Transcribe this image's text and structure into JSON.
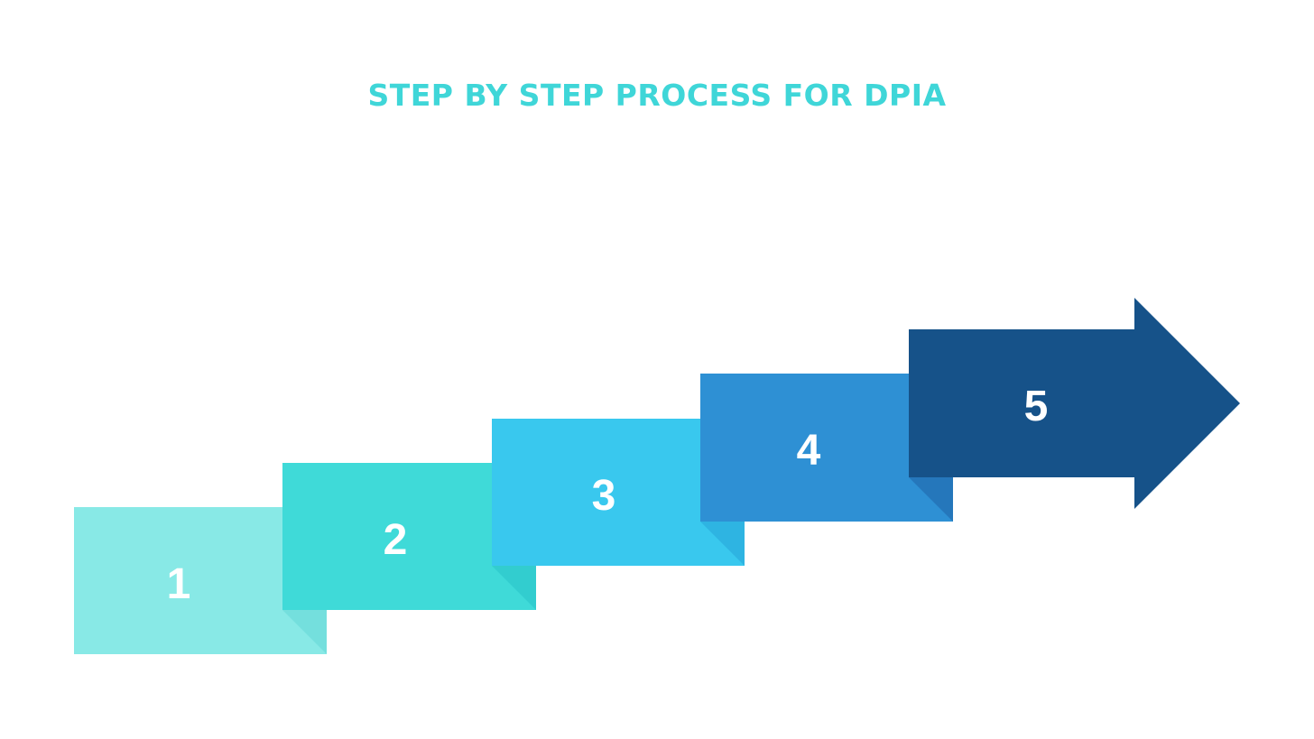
{
  "title": "STEP BY STEP PROCESS FOR DPIA",
  "colors": {
    "title": "#3fd6d8",
    "step_1": "#88e9e6",
    "step_1_fold": "#74dfdd",
    "step_2": "#3fdad8",
    "step_2_fold": "#32cdcf",
    "step_3": "#39c8ee",
    "step_3_fold": "#2eb4e2",
    "step_4": "#2e90d4",
    "step_4_fold": "#2577bb",
    "step_5": "#165289"
  },
  "steps": [
    {
      "number": "1"
    },
    {
      "number": "2"
    },
    {
      "number": "3"
    },
    {
      "number": "4"
    },
    {
      "number": "5"
    }
  ]
}
